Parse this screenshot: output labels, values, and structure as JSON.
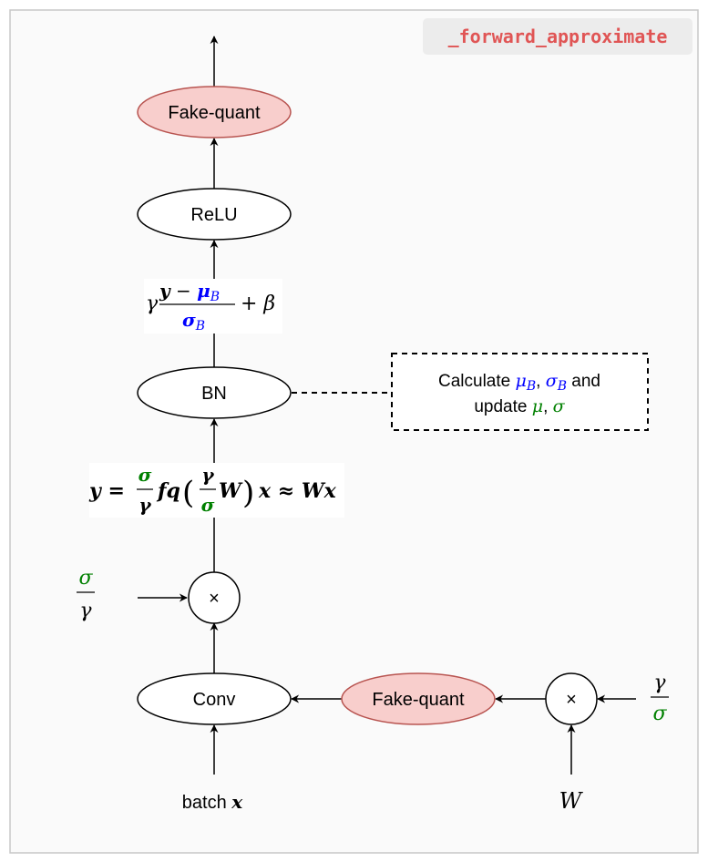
{
  "title": "_forward_approximate",
  "colors": {
    "background": "#fafafa",
    "frame": "#c8c8c8",
    "title_bg": "#ececec",
    "title_text": "#e05555",
    "fake_quant_fill": "#f8cecc",
    "fake_quant_stroke": "#b85450",
    "node_stroke": "#000000",
    "blue": "#0000ff",
    "green": "#008000"
  },
  "nodes": {
    "fake_quant_top": "Fake-quant",
    "relu": "ReLU",
    "bn": "BN",
    "conv": "Conv",
    "fake_quant_weight": "Fake-quant",
    "multiply_output": "×",
    "multiply_weight": "×"
  },
  "inputs": {
    "batch_text": "batch ",
    "batch_var": "x",
    "weight": "W"
  },
  "bn_note": {
    "line1_text": "Calculate ",
    "line1_sep": ", ",
    "line1_end": " and",
    "line2_text": "update ",
    "line2_sep": ", ",
    "mu": "μ",
    "sigma": "σ",
    "sub_b": "B"
  },
  "formulas": {
    "bn_output": {
      "gamma": "γ",
      "num_y": "y",
      "num_minus": " − ",
      "mu": "μ",
      "sub_b": "B",
      "den_sigma": "σ",
      "plus_beta": "+ β"
    },
    "conv_output": {
      "lhs": "y =",
      "sigma": "σ",
      "gamma": "γ",
      "fq": "fq",
      "paren_open": "(",
      "paren_close": ")",
      "w": "W",
      "rhs": "x ≈ Wx"
    },
    "scale_left": {
      "num": "σ",
      "den": "γ"
    },
    "scale_right": {
      "num": "γ",
      "den": "σ"
    }
  }
}
